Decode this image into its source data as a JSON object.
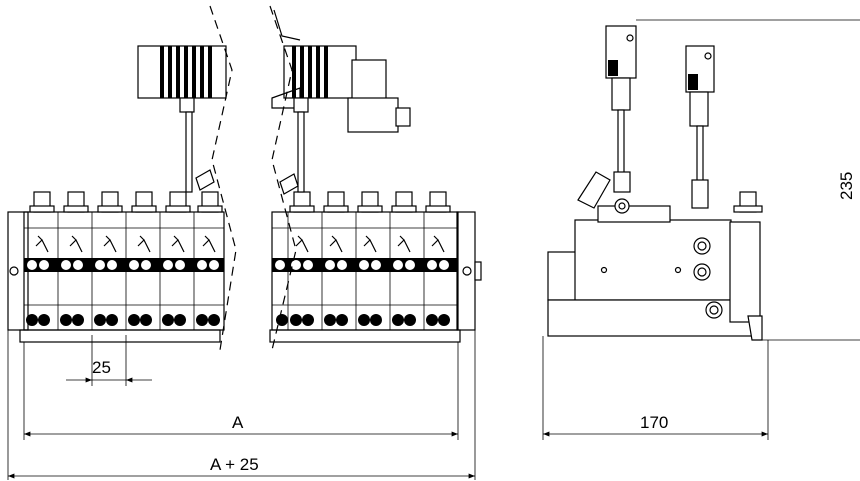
{
  "dimensions": {
    "pitch": "25",
    "length_a": "A",
    "length_total": "A + 25",
    "depth": "170",
    "height": "235"
  }
}
